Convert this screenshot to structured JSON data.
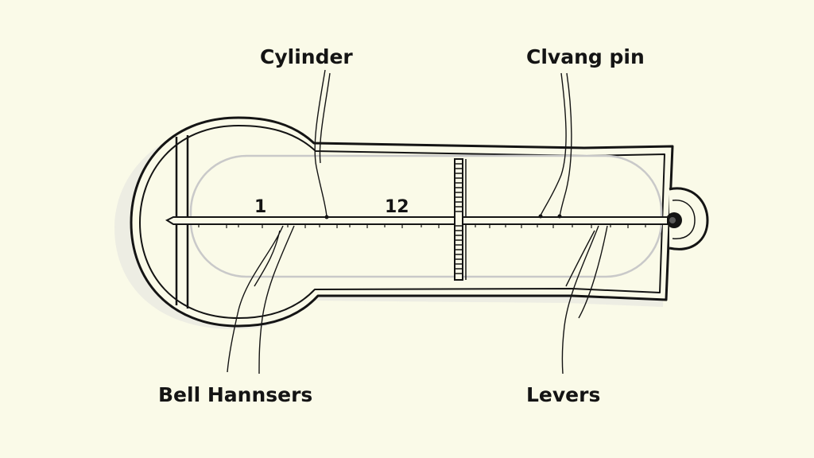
{
  "labels": {
    "cylinder": "Cylinder",
    "clvang_pin": "Clvang pin",
    "bell_hammers": "Bell Hannsers",
    "levers": "Levers"
  },
  "markers": {
    "first": "1",
    "second": "12"
  },
  "colors": {
    "background": "#fafae8",
    "ink": "#141414",
    "shadow": "#e2e2de",
    "inner_line": "#c9c9c9"
  }
}
